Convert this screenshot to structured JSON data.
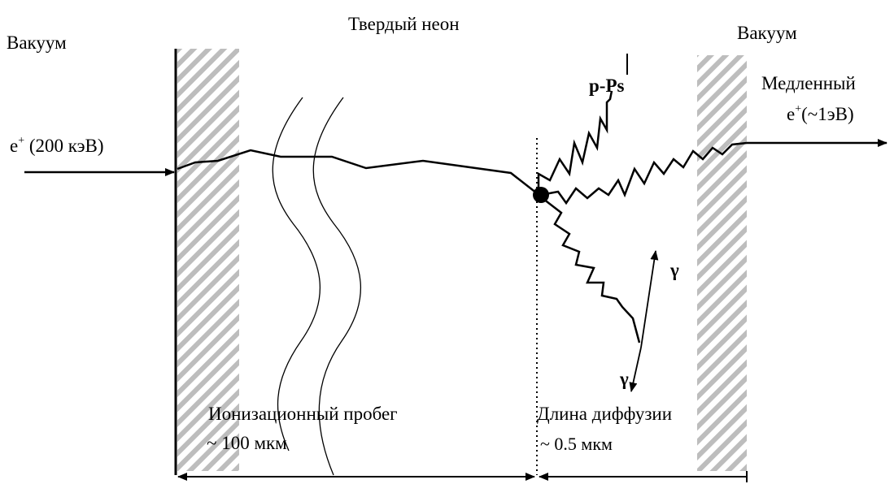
{
  "labels": {
    "vacuum_left": "Вакуум",
    "solid_neon": "Твердый неон",
    "vacuum_right": "Вакуум",
    "positron_in": "e",
    "positron_in_sup": "+",
    "positron_in_energy": " (200 кэВ)",
    "slow_line1": "Медленный",
    "slow_e": "e",
    "slow_sup": "+",
    "slow_energy": "(~1эВ)",
    "ps_label": "p-Ps",
    "gamma_1": "γ",
    "gamma_2": "γ",
    "ionization_range_line1": "Ионизационный пробег",
    "ionization_range_line2": "~ 100 мкм",
    "diffusion_length_line1": "Длина диффузии",
    "diffusion_length_line2": "~ 0.5 мкм"
  },
  "colors": {
    "line": "#000000",
    "hatch": "#bdbdbd",
    "background": "#ffffff"
  }
}
